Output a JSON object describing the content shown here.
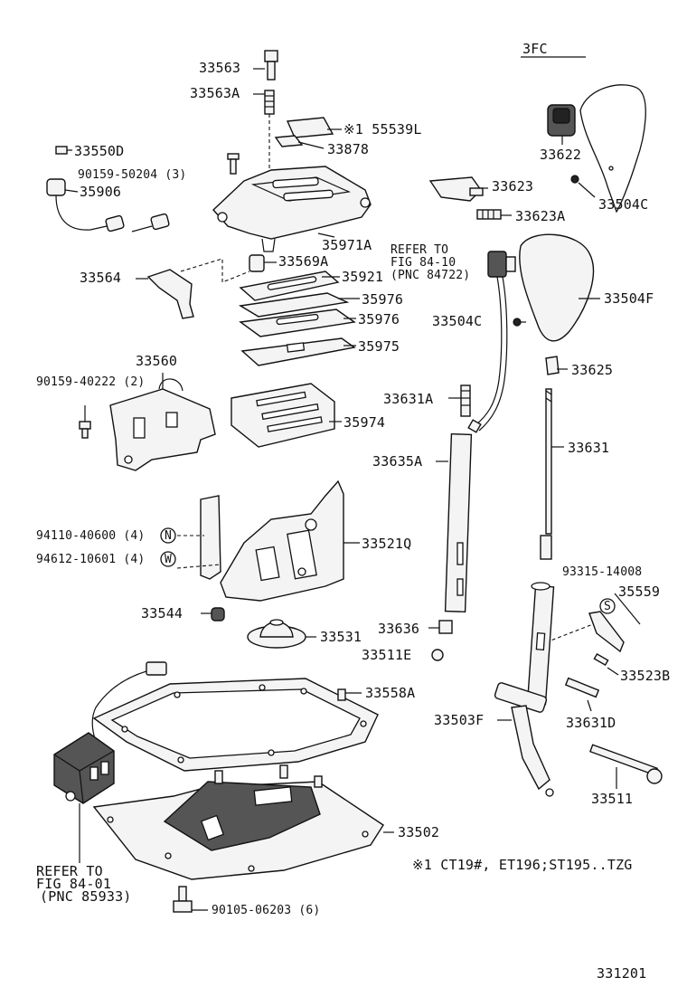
{
  "diagram": {
    "model_code": "3FC",
    "figure_number": "331201",
    "footnote": "※1 CT19#, ET196;ST195..TZG",
    "refer_1": [
      "REFER TO",
      "FIG 84-10",
      "(PNC 84722)"
    ],
    "refer_2": [
      "REFER TO",
      "FIG 84-01",
      "(PNC 85933)"
    ],
    "parts": {
      "p33563": "33563",
      "p33563A": "33563A",
      "p55539L": "※1 55539L",
      "p33878": "33878",
      "p33550D": "33550D",
      "p90159_50204": "90159-50204 (3)",
      "p35906": "35906",
      "p35971A": "35971A",
      "p33569A": "33569A",
      "p33564": "33564",
      "p35921": "35921",
      "p35976a": "35976",
      "p35976b": "35976",
      "p35975": "35975",
      "p33560": "33560",
      "p90159_40222": "90159-40222 (2)",
      "p35974": "35974",
      "p94110_40600": "94110-40600 (4)",
      "p94612_10601": "94612-10601 (4)",
      "p33521Q": "33521Q",
      "p33544": "33544",
      "p33531": "33531",
      "p33558A": "33558A",
      "p33502": "33502",
      "p90105_06203": "90105-06203 (6)",
      "p33622": "33622",
      "p33504C_a": "33504C",
      "p33623": "33623",
      "p33623A": "33623A",
      "p33504F": "33504F",
      "p33504C_b": "33504C",
      "p33625": "33625",
      "p33631A": "33631A",
      "p33631": "33631",
      "p33635A": "33635A",
      "p93315_14008": "93315-14008",
      "p35559": "35559",
      "p33636": "33636",
      "p33511E": "33511E",
      "p33523B": "33523B",
      "p33503F": "33503F",
      "p33631D": "33631D",
      "p33511": "33511"
    },
    "symbols": {
      "n_mark": "N",
      "w_mark": "W",
      "s_mark": "S"
    }
  }
}
